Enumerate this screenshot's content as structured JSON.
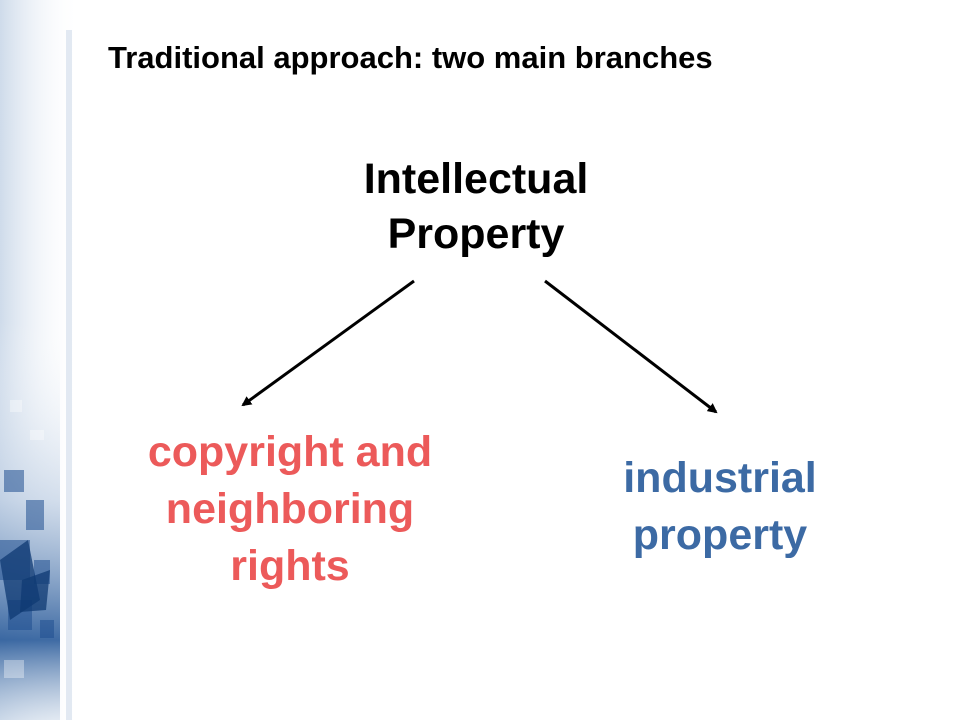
{
  "slide": {
    "title": "Traditional approach: two main branches"
  },
  "diagram": {
    "root": {
      "lines": [
        "Intellectual",
        "Property"
      ]
    },
    "branches": [
      {
        "id": "copyright",
        "lines": [
          "copyright and",
          "neighboring",
          "rights"
        ],
        "color": "#ec5a5a"
      },
      {
        "id": "industrial",
        "lines": [
          "industrial",
          "property"
        ],
        "color": "#3c6aa4"
      }
    ]
  },
  "theme": {
    "text_color": "#000000",
    "arrow_color": "#000000",
    "decoration_color": "#1f4f8f"
  }
}
